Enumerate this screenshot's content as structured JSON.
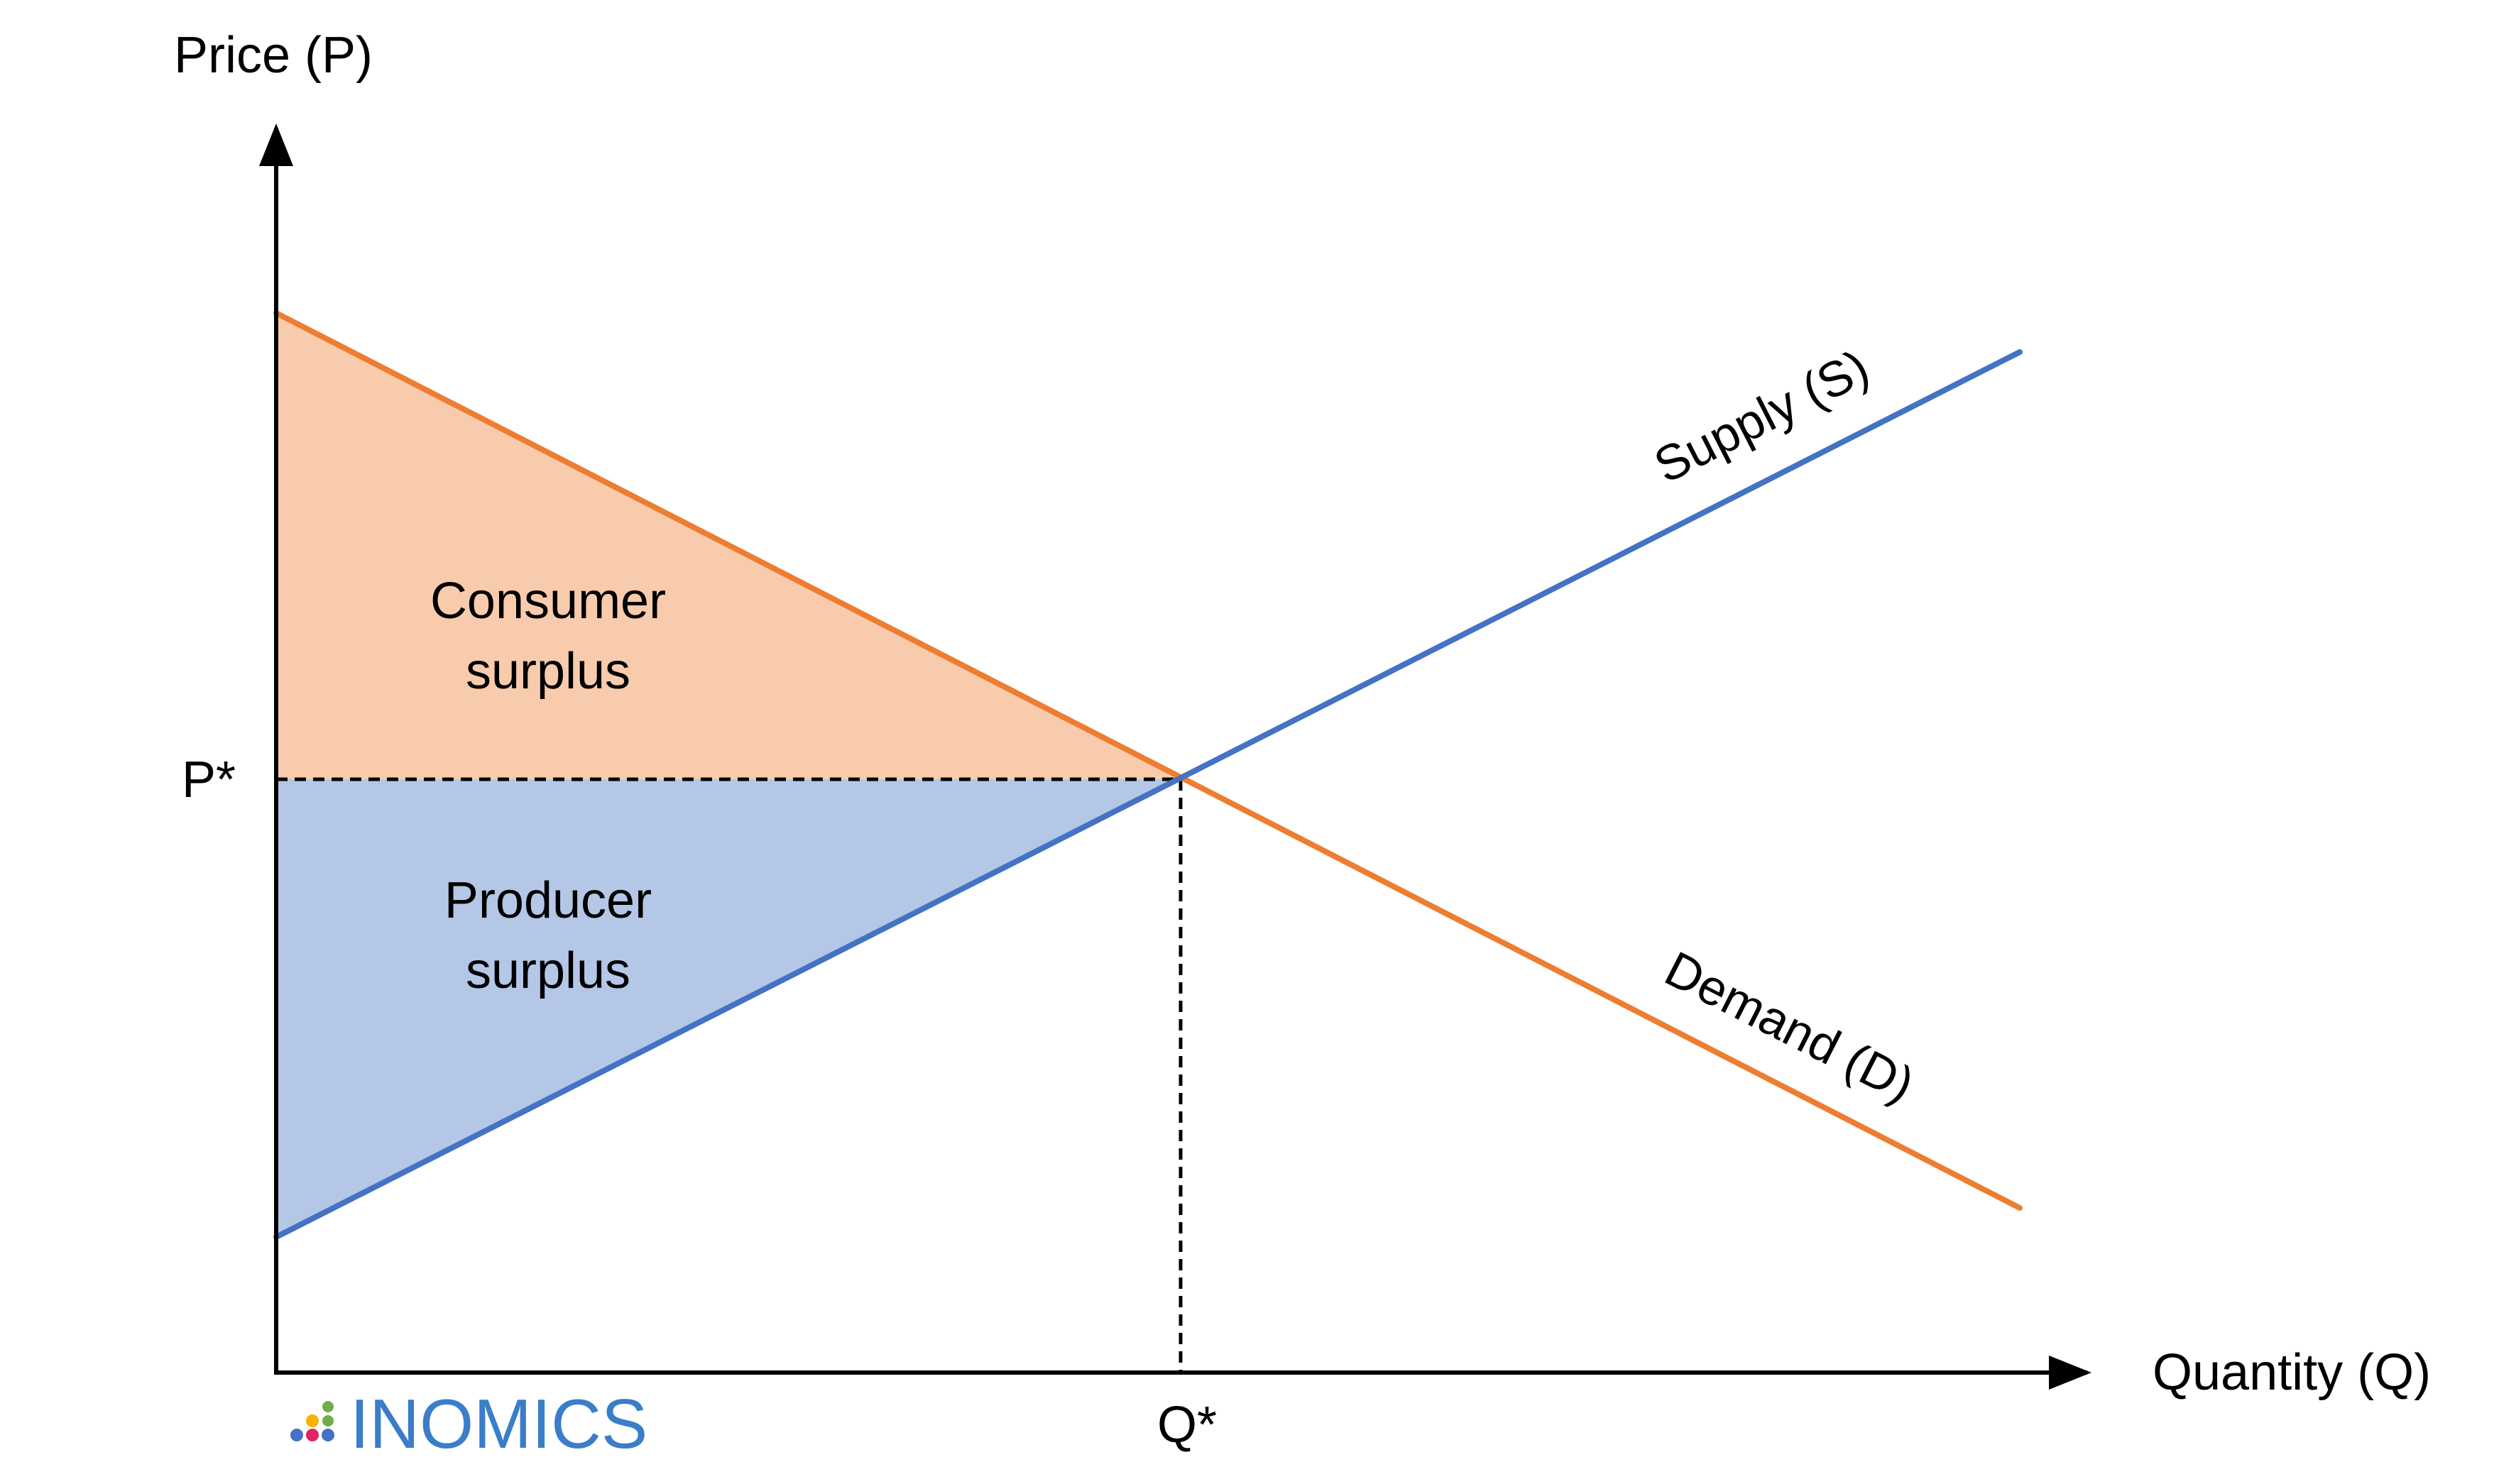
{
  "diagram": {
    "y_axis_label": "Price (P)",
    "x_axis_label": "Quantity (Q)",
    "p_star_label": "P*",
    "q_star_label": "Q*",
    "consumer_surplus_line1": "Consumer",
    "consumer_surplus_line2": "surplus",
    "producer_surplus_line1": "Producer",
    "producer_surplus_line2": "surplus",
    "supply_label": "Supply (S)",
    "demand_label": "Demand (D)",
    "logo_text": "INOMICS"
  },
  "colors": {
    "demand": "#ED7D31",
    "supply": "#4472C4",
    "consumer_surplus_fill": "#F8CBAD",
    "producer_surplus_fill": "#B4C7E7",
    "logo_text": "#3A7DC9"
  }
}
